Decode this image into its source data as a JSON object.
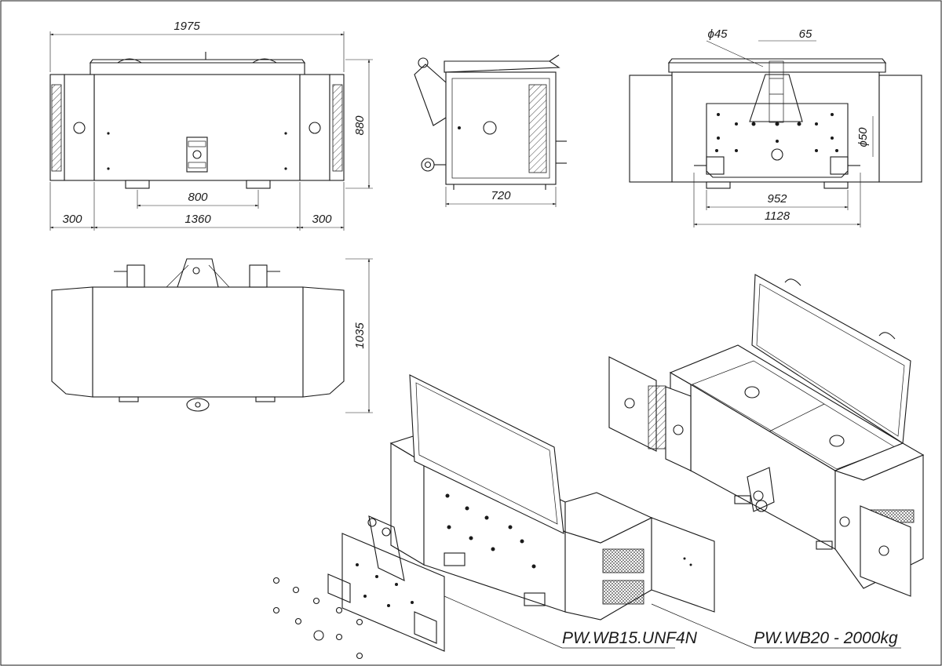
{
  "front_view": {
    "width_total": "1975",
    "height": "880",
    "center_width": "1360",
    "side_left": "300",
    "side_right": "300",
    "bracket_spacing": "800"
  },
  "side_view": {
    "depth": "720"
  },
  "rear_view": {
    "pin_diameter": "ϕ45",
    "offset": "65",
    "hole_diameter": "ϕ50",
    "lower_width": "952",
    "total_width": "1128"
  },
  "top_view": {
    "depth_total": "1035"
  },
  "labels": {
    "model_a": "PW.WB15.UNF4N",
    "model_b": "PW.WB20 - 2000kg"
  }
}
